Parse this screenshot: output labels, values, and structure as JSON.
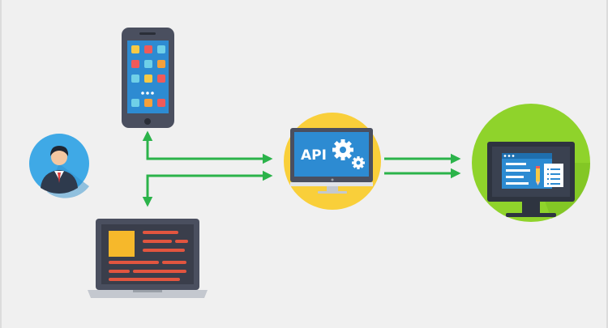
{
  "diagram": {
    "nodes": [
      {
        "id": "user",
        "icon": "user-avatar-icon"
      },
      {
        "id": "phone",
        "icon": "smartphone-icon"
      },
      {
        "id": "laptop",
        "icon": "laptop-icon"
      },
      {
        "id": "api",
        "icon": "api-monitor-icon",
        "label": "API"
      },
      {
        "id": "app",
        "icon": "web-application-monitor-icon"
      }
    ],
    "edges": [
      {
        "from": "phone",
        "to": "api"
      },
      {
        "from": "laptop",
        "to": "api"
      },
      {
        "from": "api",
        "to": "app"
      }
    ]
  },
  "colors": {
    "background": "#f0f0f0",
    "arrow": "#2bb34a",
    "user_circle": "#3fa9e6",
    "api_circle": "#f9cf3a",
    "app_circle": "#8fd32b",
    "device_dark": "#4a4f5f",
    "screen_blue": "#2d8bd2"
  }
}
